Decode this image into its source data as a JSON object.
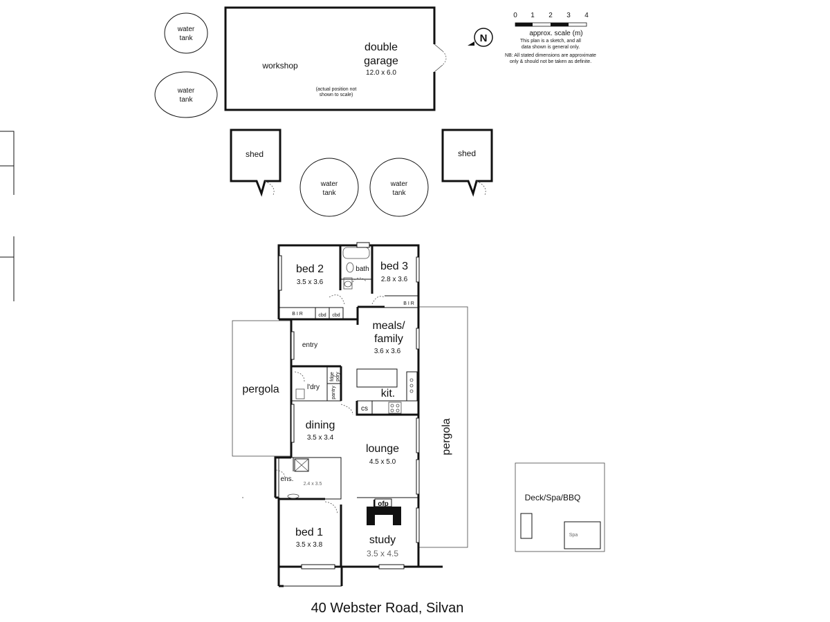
{
  "address": "40 Webster Road, Silvan",
  "scale": {
    "ticks": [
      "0",
      "1",
      "2",
      "3",
      "4"
    ],
    "label": "approx. scale (m)",
    "note1": "This plan is a sketch, and all",
    "note2": "data shown is general only.",
    "note3": "NB: All stated dimensions are approximate",
    "note4": "only & should not be taken as definite."
  },
  "compass": "N",
  "outbuildings": {
    "workshop": "workshop",
    "garage_name_1": "double",
    "garage_name_2": "garage",
    "garage_dims": "12.0 x 6.0",
    "garage_note_1": "(actual position not",
    "garage_note_2": "shown to scale)",
    "shed_left": "shed",
    "shed_right": "shed",
    "tank_word_1": "water",
    "tank_word_2": "tank"
  },
  "rooms": {
    "bed2": {
      "name": "bed 2",
      "dims": "3.5 x 3.6"
    },
    "bath": {
      "name": "bath"
    },
    "bed3": {
      "name": "bed 3",
      "dims": "2.8 x 3.6"
    },
    "bir_left": "B I R",
    "bir_right": "B I R",
    "cbd1": "cbd",
    "cbd2": "cbd",
    "meals_1": "meals/",
    "meals_2": "family",
    "meals_dims": "3.6 x 3.6",
    "entry": "entry",
    "pergola_left": "pergola",
    "pergola_right": "pergola",
    "laundry": "l'dry",
    "fridge": "fdge",
    "pantry": "pantry",
    "pdry": "pdry",
    "kit": "kit.",
    "cs": "cs",
    "dining": {
      "name": "dining",
      "dims": "3.5 x 3.4"
    },
    "lounge": {
      "name": "lounge",
      "dims": "4.5 x 5.0"
    },
    "ens": "ens.",
    "ens_dims": "2.4 x 3.5",
    "ofp": "ofp",
    "bed1": {
      "name": "bed 1",
      "dims": "3.5 x 3.8"
    },
    "study": {
      "name": "study",
      "dims": "3.5 x 4.5"
    }
  },
  "deck": {
    "name": "Deck/Spa/BBQ",
    "spa": "Spa"
  }
}
